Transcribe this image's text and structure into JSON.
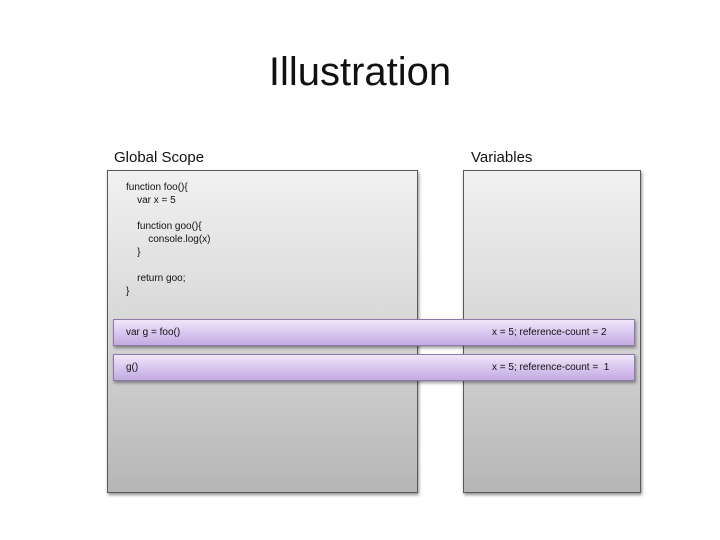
{
  "title": "Illustration",
  "global_scope": {
    "label": "Global Scope",
    "code_lines": [
      "function foo(){",
      "    var x = 5",
      "",
      "    function goo(){",
      "        console.log(x)",
      "    }",
      "",
      "    return goo;",
      "}"
    ]
  },
  "variables": {
    "label": "Variables"
  },
  "rows": [
    {
      "code": "var g = foo()",
      "variable": "x = 5; reference-count = 2"
    },
    {
      "code": "g()",
      "variable": "x = 5; reference-count =  1"
    }
  ],
  "colors": {
    "panel_fill": "#d9d9d9",
    "row_fill": "#d7c4ee",
    "row_border": "#8e79a8"
  }
}
